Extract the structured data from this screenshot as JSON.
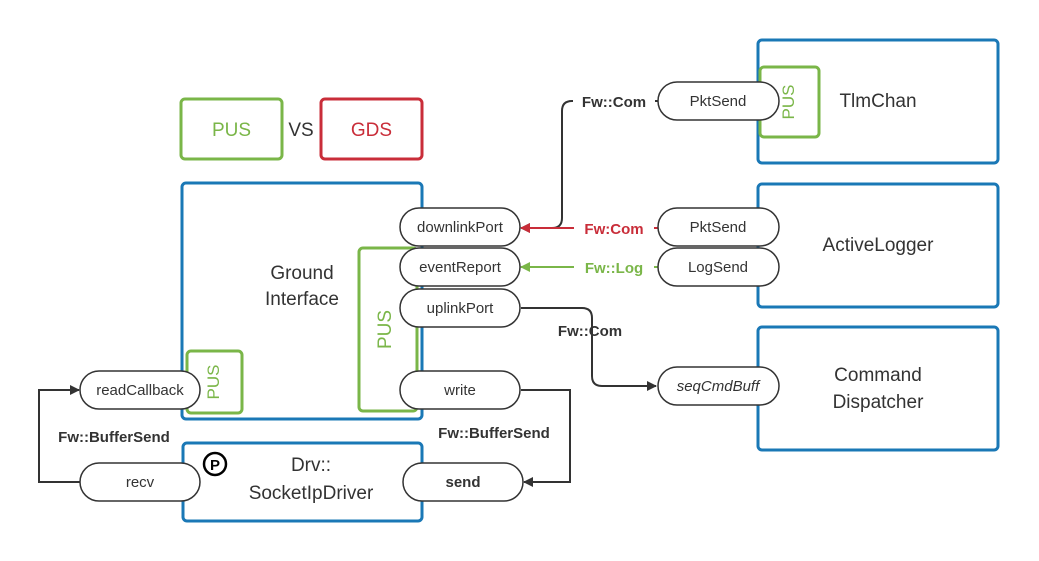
{
  "legend": {
    "pus": "PUS",
    "vs": "VS",
    "gds": "GDS"
  },
  "components": {
    "ground_interface": {
      "line1": "Ground",
      "line2": "Interface"
    },
    "socket_driver": {
      "line1": "Drv::",
      "line2": "SocketIpDriver",
      "badge": "P"
    },
    "tlm_chan": {
      "name": "TlmChan"
    },
    "active_logger": {
      "name": "ActiveLogger"
    },
    "command_dispatcher": {
      "line1": "Command",
      "line2": "Dispatcher"
    }
  },
  "pus_tags": {
    "ground_interface": "PUS",
    "read_callback": "PUS",
    "tlm_chan": "PUS"
  },
  "ports": {
    "downlink": "downlinkPort",
    "event_report": "eventReport",
    "uplink": "uplinkPort",
    "write": "write",
    "read_callback": "readCallback",
    "recv": "recv",
    "send": "send",
    "tlm_pkt_send": "PktSend",
    "logger_pkt_send": "PktSend",
    "log_send": "LogSend",
    "seq_cmd_buff": "seqCmdBuff"
  },
  "connections": {
    "tlm_com": "Fw::Com",
    "logger_com": "Fw:Com",
    "log": "Fw::Log",
    "uplink_com": "Fw::Com",
    "buffer_send_left": "Fw::BufferSend",
    "buffer_send_right": "Fw::BufferSend"
  },
  "colors": {
    "component_border": "#1a78b6",
    "pus_green": "#7ab648",
    "gds_red": "#c92d39",
    "line": "#333333",
    "text": "#333333"
  }
}
